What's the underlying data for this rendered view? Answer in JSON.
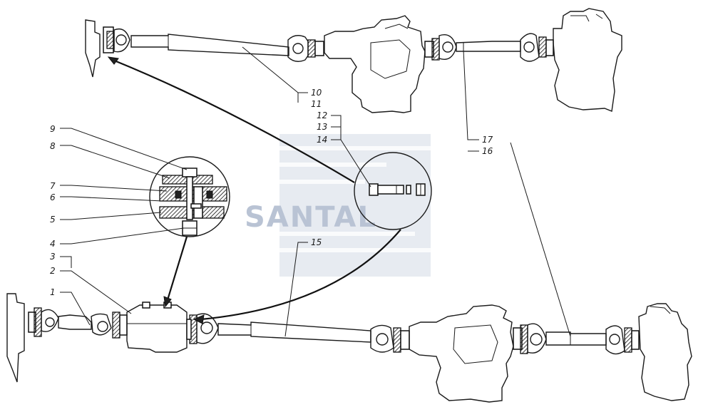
{
  "watermark": {
    "brand": "SANTAL",
    "color": "#b9c3d4"
  },
  "callouts": {
    "c1": "1",
    "c2": "2",
    "c3": "3",
    "c4": "4",
    "c5": "5",
    "c6": "6",
    "c7": "7",
    "c8": "8",
    "c9": "9",
    "c10": "10",
    "c11": "11",
    "c12": "12",
    "c13": "13",
    "c14": "14",
    "c15": "15",
    "c16": "16",
    "c17": "17"
  },
  "colors": {
    "line": "#1a1a1a",
    "background": "#ffffff"
  }
}
